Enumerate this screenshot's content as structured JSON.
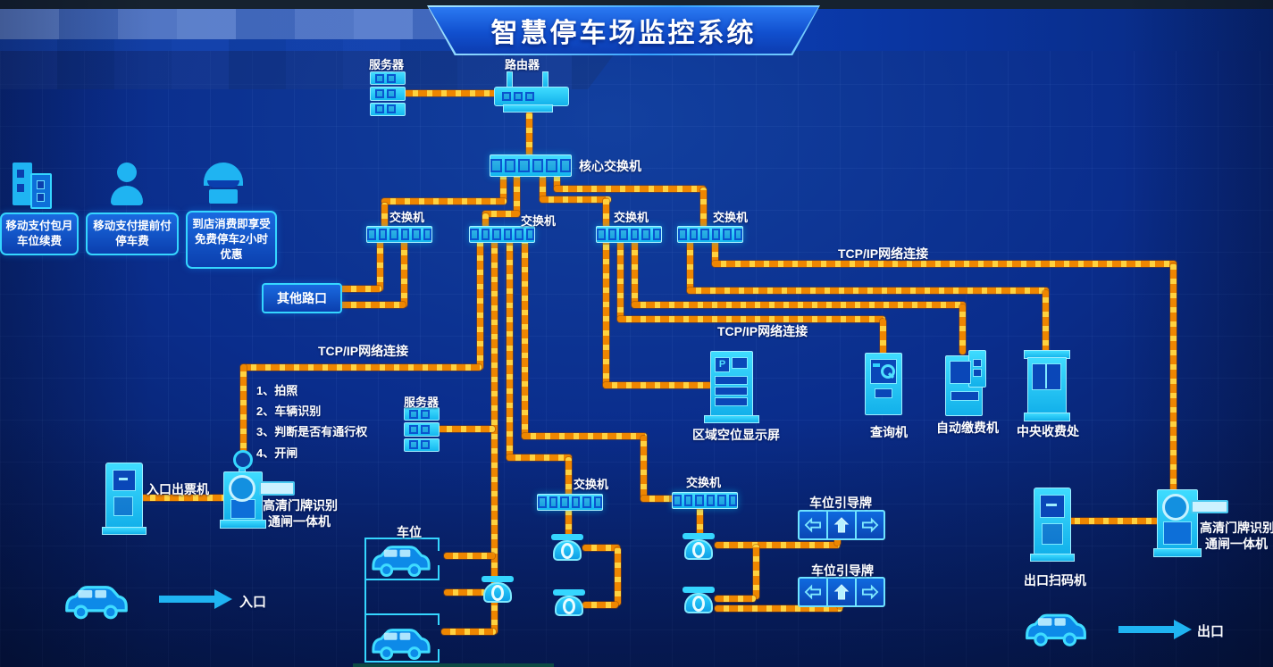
{
  "title": "智慧停车场监控系统",
  "colors": {
    "background": "#0A2D8C",
    "wire": "#EE8600",
    "wire_dash": "#FFD23F",
    "device_cyan": "#2FD4FF",
    "text": "#FFFFFF"
  },
  "network": {
    "server_top": "服务器",
    "router": "路由器",
    "core_switch": "核心交换机",
    "switch": "交换机",
    "server_mid": "服务器",
    "other_roads": "其他路口",
    "tcpip_label": "TCP/IP网络连接"
  },
  "promos": [
    {
      "icon": "building-icon",
      "lines": [
        "移动支付包月",
        "车位续费"
      ]
    },
    {
      "icon": "person-icon",
      "lines": [
        "移动支付提前付",
        "停车费"
      ]
    },
    {
      "icon": "shop-icon",
      "lines": [
        "到店消费即享受",
        "免费停车2小时",
        "优惠"
      ]
    }
  ],
  "steps": [
    "1、拍照",
    "2、车辆识别",
    "3、判断是否有通行权",
    "4、开闸"
  ],
  "devices": {
    "entry_ticket": "入口出票机",
    "gate_line1": "高清门牌识别",
    "gate_line2": "通闸一体机",
    "display_screen": "区域空位显示屏",
    "query_machine": "查询机",
    "autopay_machine": "自动缴费机",
    "central_toll": "中央收费处",
    "parking_spot": "车位",
    "guide_sign": "车位引导牌",
    "exit_scan": "出口扫码机"
  },
  "flow": {
    "entry": "入口",
    "exit": "出口"
  }
}
